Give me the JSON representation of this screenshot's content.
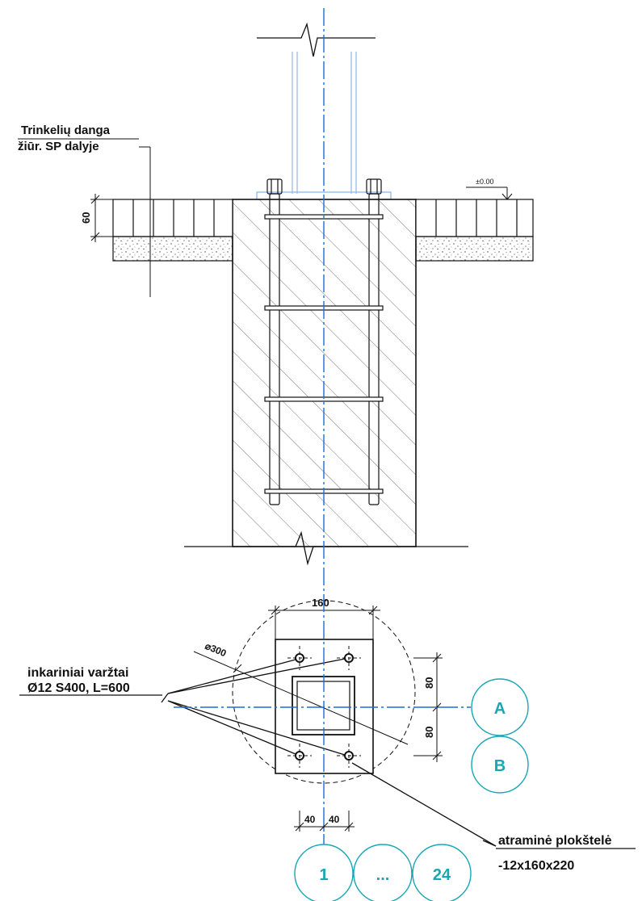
{
  "labels": {
    "paving_line1": "Trinkelių danga",
    "paving_line2": "žiūr. SP dalyje",
    "level_mark": "±0.00",
    "dim_60": "60",
    "dim_160": "160",
    "dim_300": "⌀300",
    "dim_80_top": "80",
    "dim_80_bottom": "80",
    "dim_40_left": "40",
    "dim_40_right": "40",
    "anchor_line1": "inkariniai varžtai",
    "anchor_line2": "Ø12 S400, L=600",
    "plate_line1": "atraminė plokštelė",
    "plate_line2": "-12x160x220"
  },
  "axes": {
    "row_a": "A",
    "row_b": "B",
    "col_1": "1",
    "col_dots": "...",
    "col_24": "24"
  },
  "colors": {
    "axis_blue": "#1a6fd6",
    "bubble_teal": "#1aa6b3",
    "steel_light_blue": "#8fb8e8",
    "ink": "#111111"
  }
}
